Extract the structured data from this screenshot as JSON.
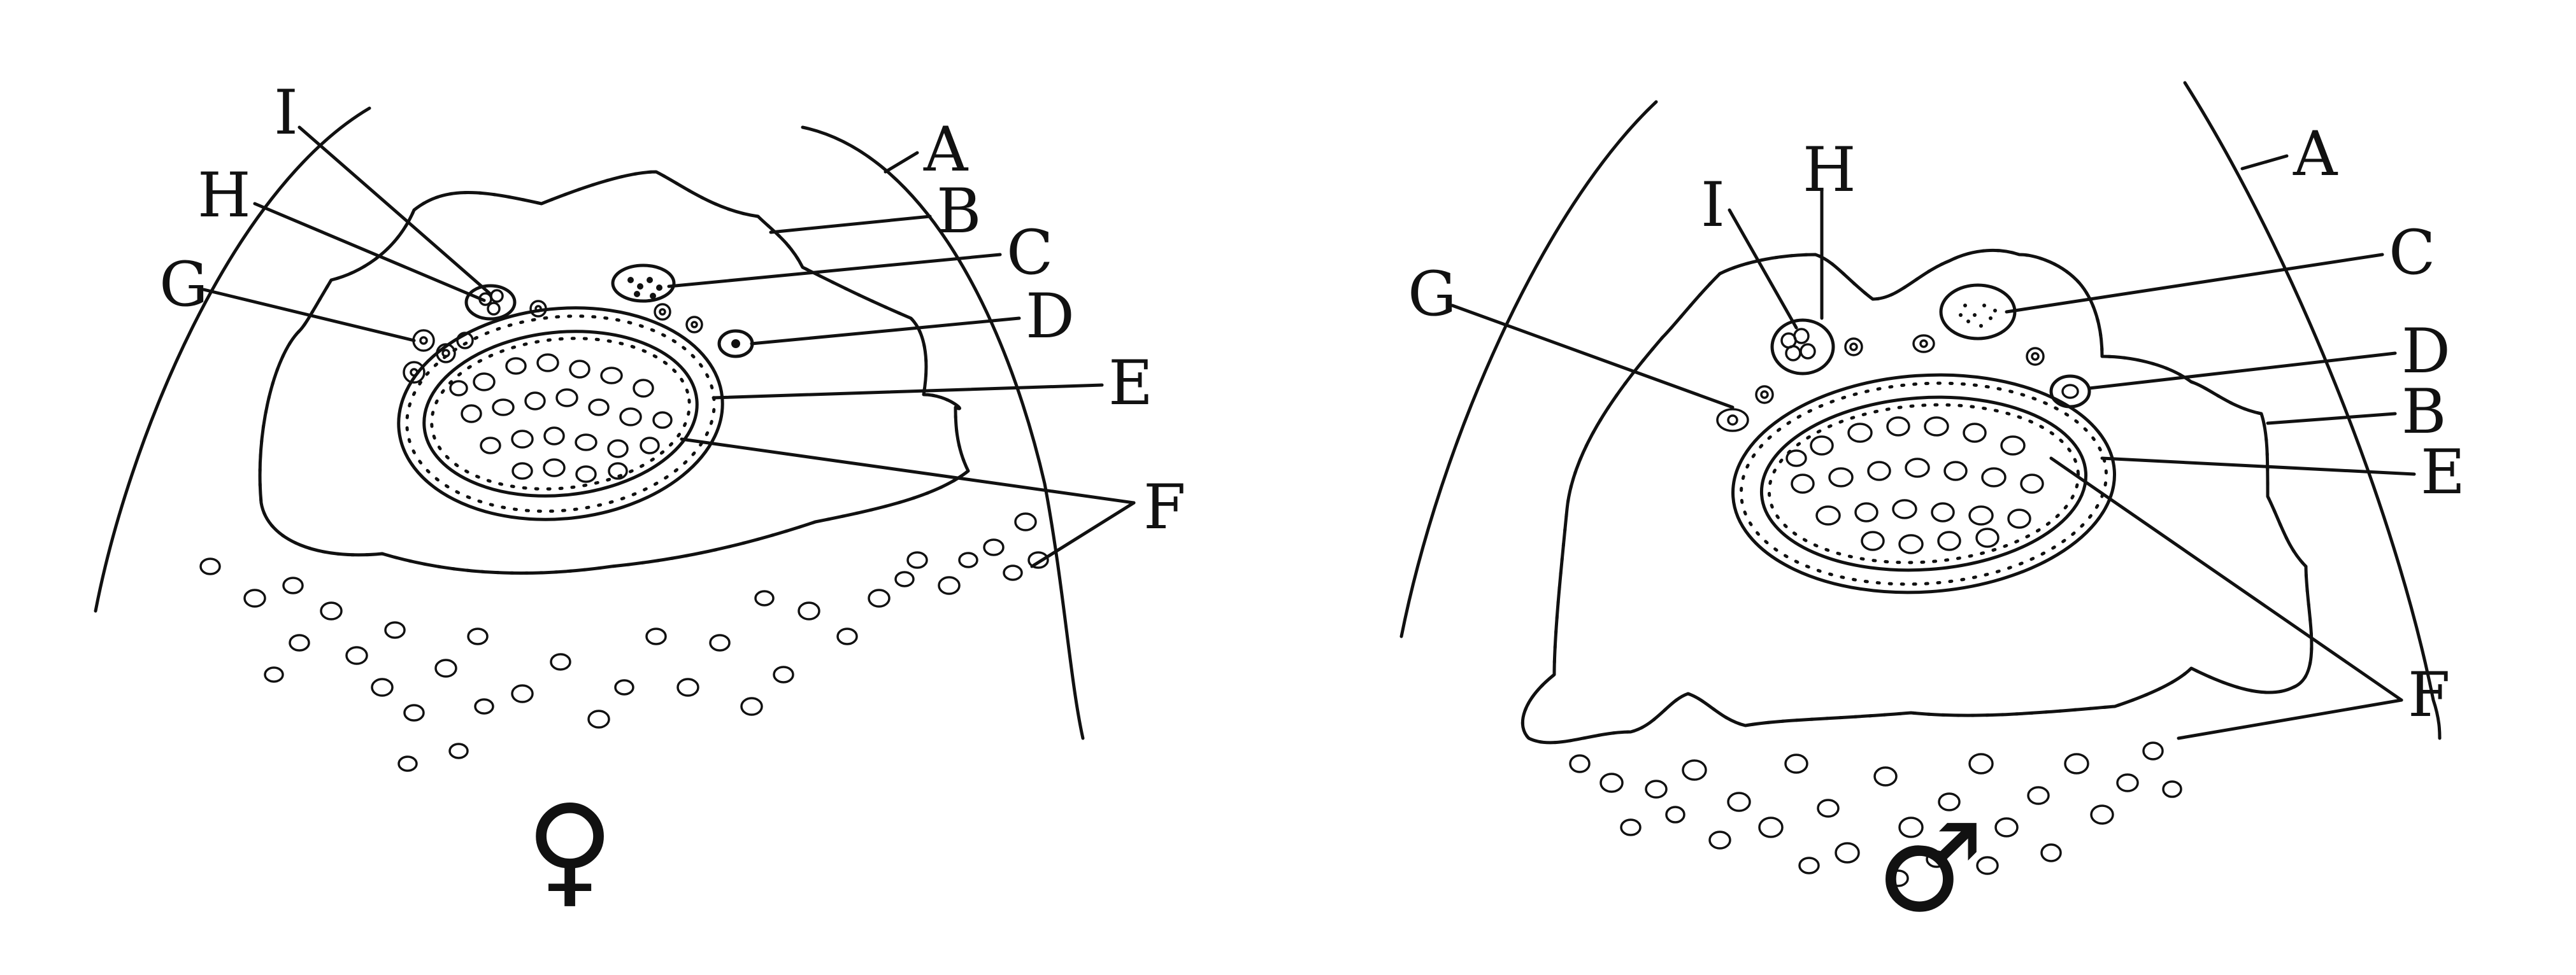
{
  "female_panel": {
    "labels": {
      "A": "A",
      "B": "B",
      "C": "C",
      "D": "D",
      "E": "E",
      "F": "F",
      "G": "G",
      "H": "H",
      "I": "I"
    },
    "sex_symbol": "♀"
  },
  "male_panel": {
    "labels": {
      "A": "A",
      "B": "B",
      "C": "C",
      "D": "D",
      "E": "E",
      "F": "F",
      "G": "G",
      "H": "H",
      "I": "I"
    },
    "sex_symbol": "♂"
  },
  "colors": {
    "ink": "#111111",
    "paper": "#ffffff"
  }
}
